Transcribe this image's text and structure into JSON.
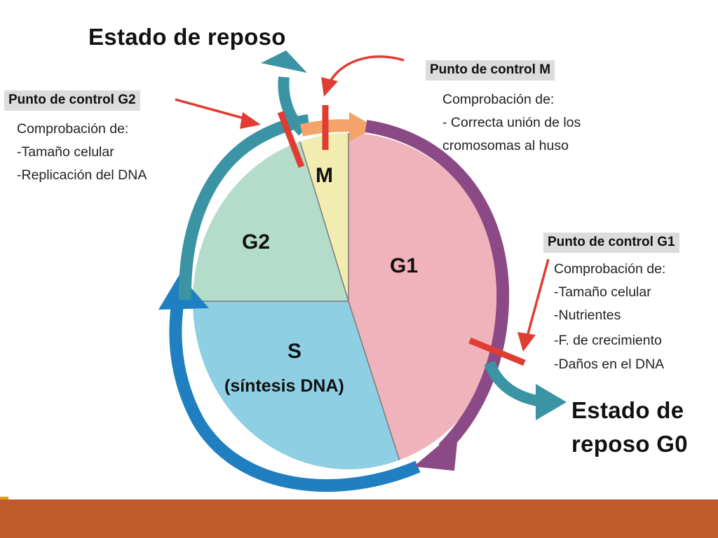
{
  "title_top": "Estado de reposo",
  "title_g0": [
    "Estado de",
    "reposo G0"
  ],
  "checkpoints": {
    "g2": {
      "heading": "Punto de control G2",
      "lines": [
        "Comprobación de:",
        "-Tamaño celular",
        "-Replicación del DNA"
      ]
    },
    "m": {
      "heading": "Punto de control M",
      "lines": [
        "Comprobación de:",
        "- Correcta unión de los",
        "cromosomas al huso"
      ]
    },
    "g1": {
      "heading": "Punto de control G1",
      "lines": [
        "Comprobación de:",
        "-Tamaño celular",
        "-Nutrientes",
        "-F. de crecimiento",
        "-Daños en el DNA"
      ]
    }
  },
  "phases": {
    "m": "M",
    "g1": "G1",
    "g2": "G2",
    "s": "S",
    "s_sub": "(síntesis DNA)"
  },
  "colors": {
    "g1": "#f0b3bc",
    "g2": "#b3dccb",
    "m": "#f1ecb0",
    "s": "#8ecfe3",
    "ring_teal": "#3a94a4",
    "ring_purple": "#8b4a86",
    "ring_blue": "#1f7fc0",
    "arrow_m": "#f4a36a",
    "checkpoint_red": "#e03c32",
    "footer": "#bf5a2a"
  }
}
